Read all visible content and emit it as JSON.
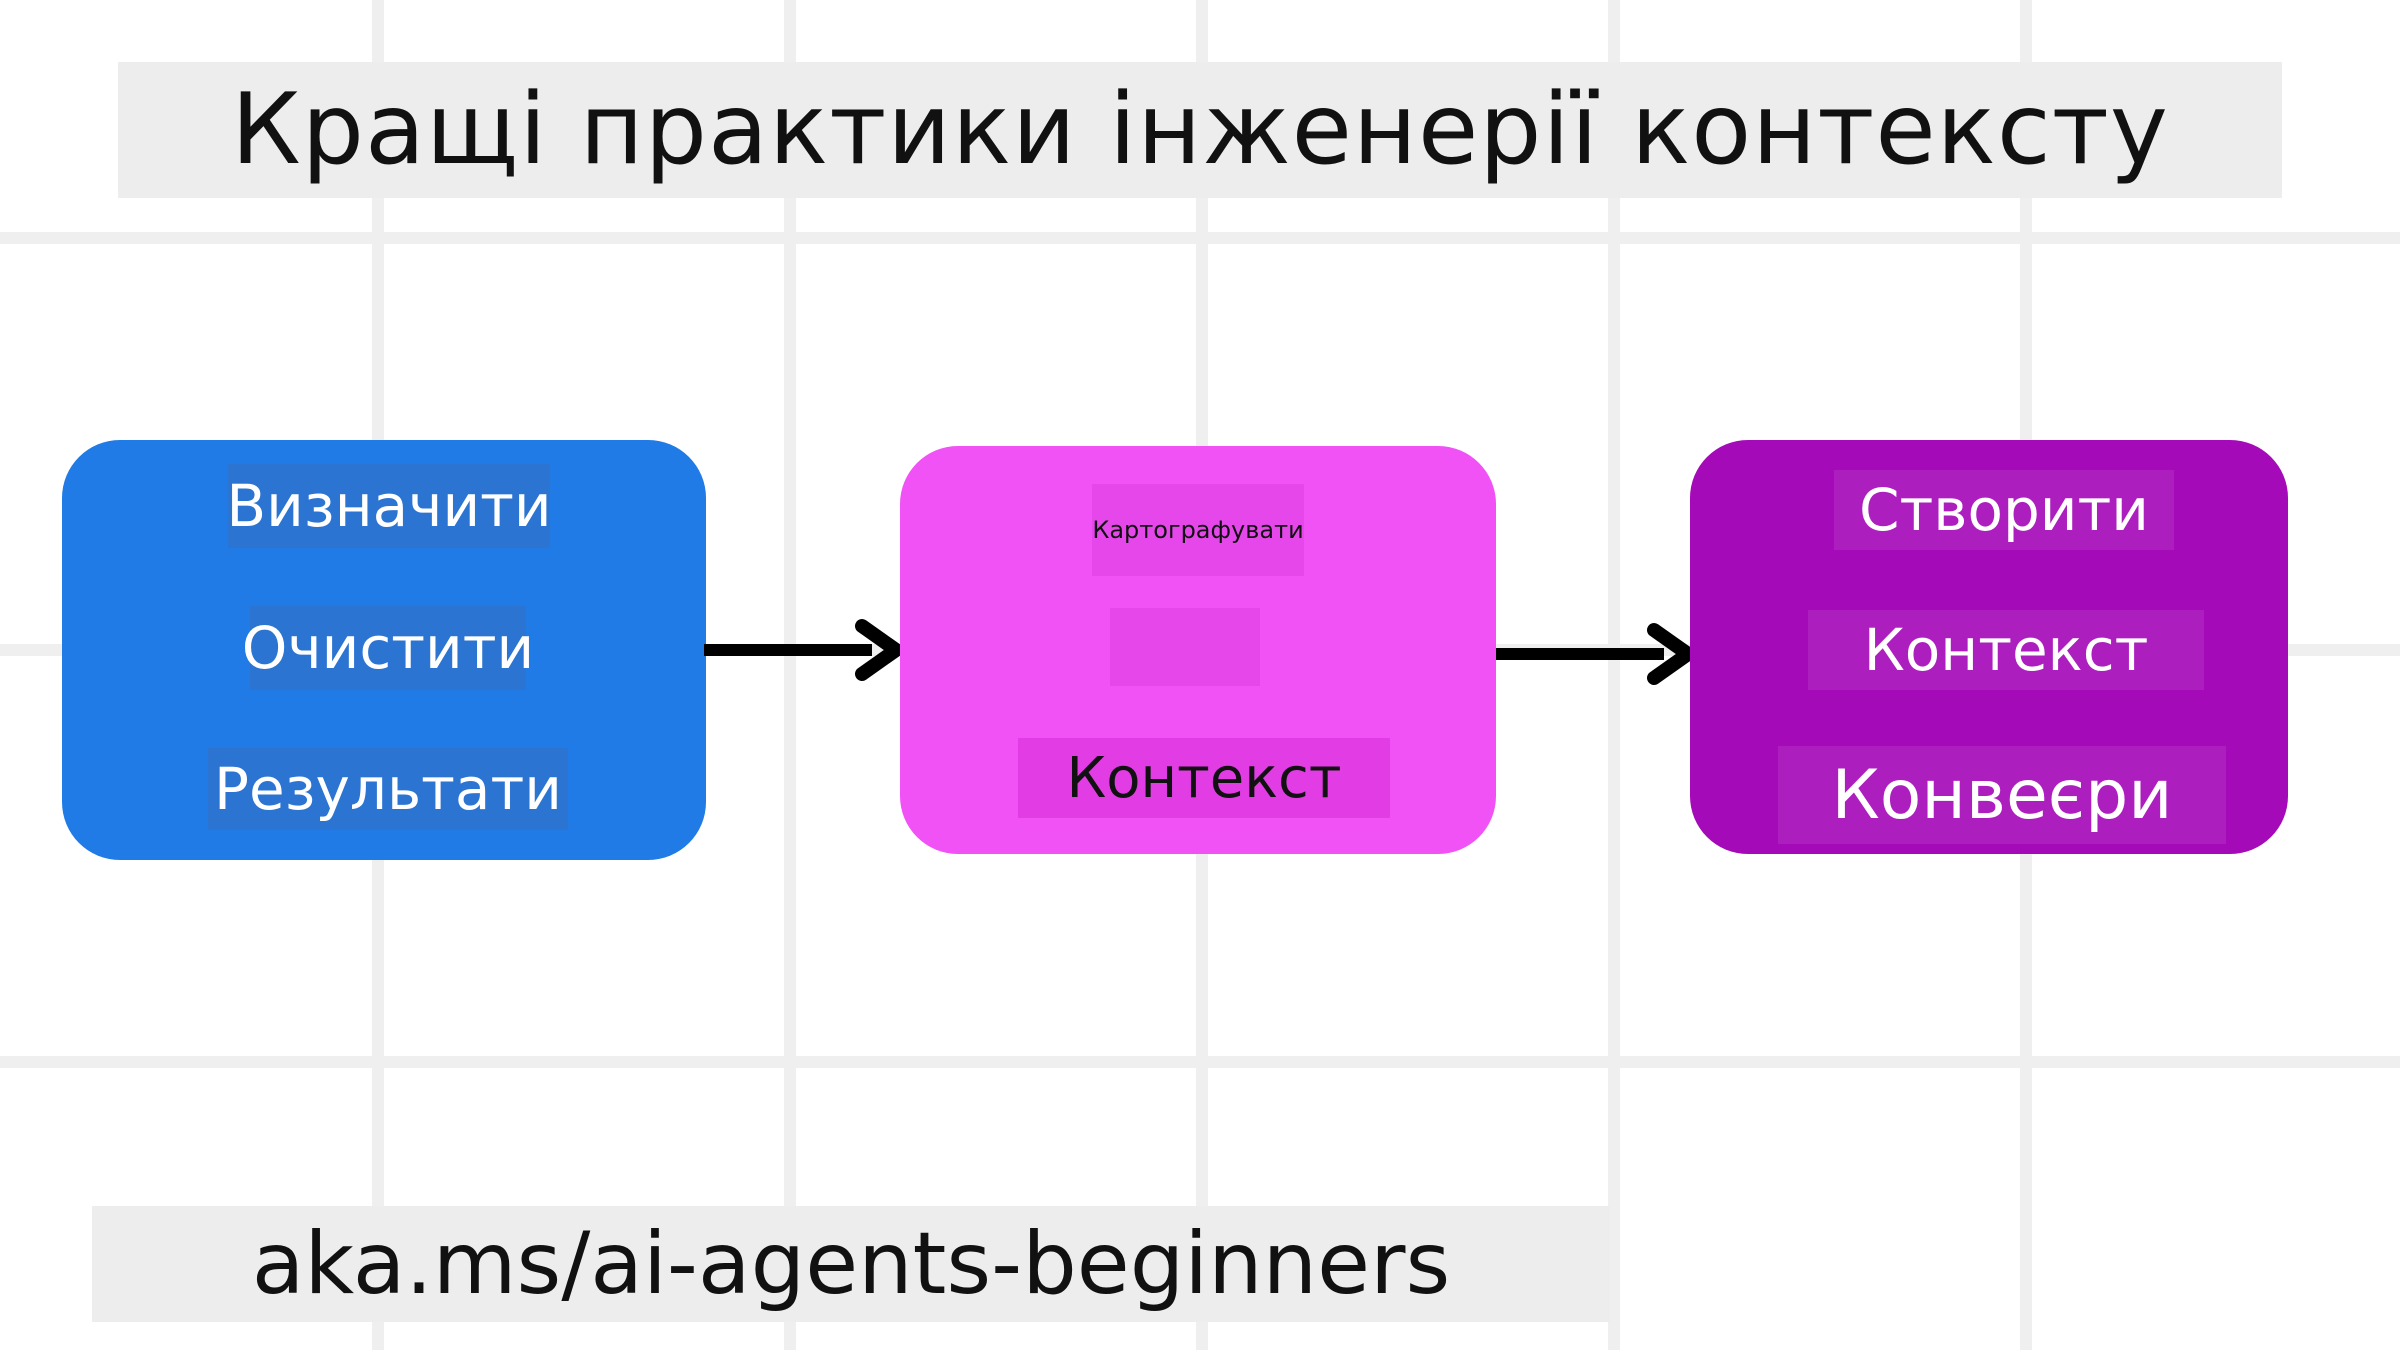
{
  "title": "Кращі практики інженерії контексту",
  "url": "aka.ms/ai-agents-beginners",
  "colors": {
    "box1": "#207be6",
    "box2": "#f052f5",
    "box3": "#a50ab8",
    "arrow": "#000000",
    "grid": "#efefef",
    "band": "#ededed"
  },
  "steps": [
    {
      "labels": [
        "Визначити",
        "Очистити",
        "Результати"
      ]
    },
    {
      "labels": [
        "Картографувати",
        "",
        "Контекст"
      ]
    },
    {
      "labels": [
        "Створити",
        "Контекст",
        "Конвеєри"
      ]
    }
  ]
}
